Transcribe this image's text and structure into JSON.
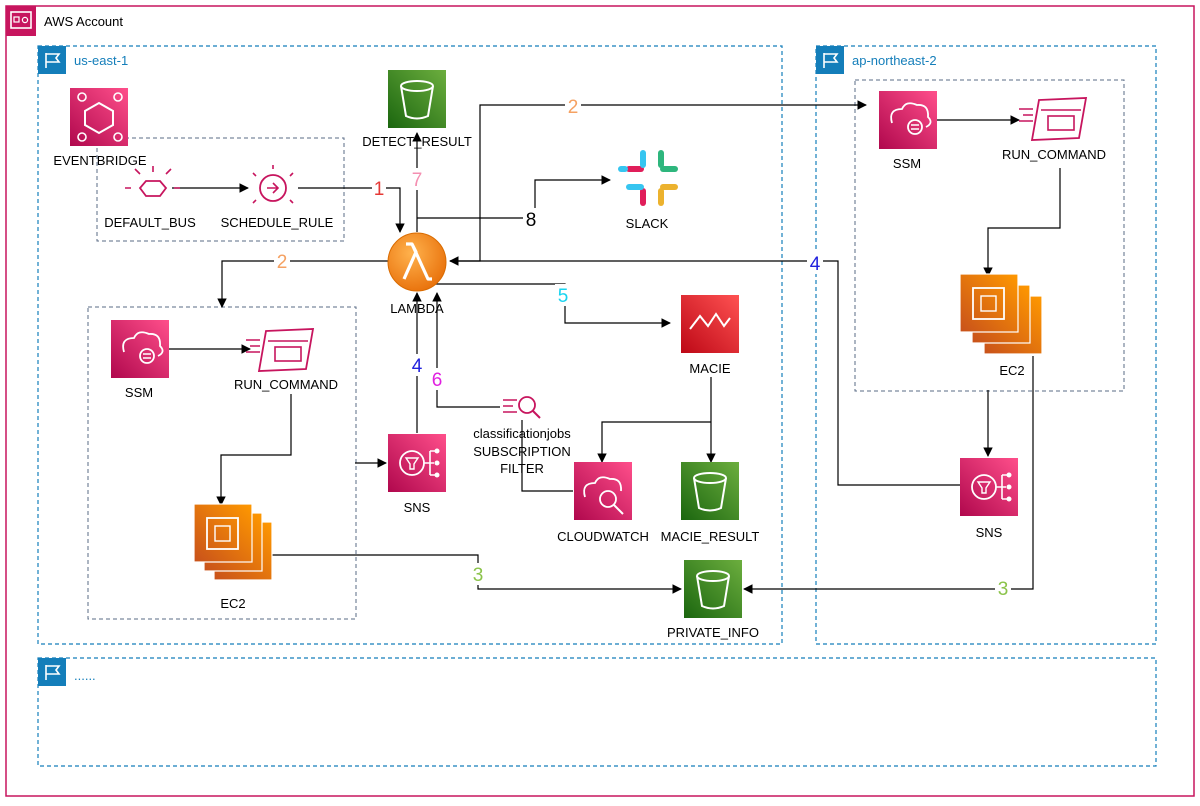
{
  "account": {
    "title": "AWS Account"
  },
  "regions": {
    "us_east": "us-east-1",
    "ap_northeast": "ap-northeast-2",
    "other": "......"
  },
  "nodes": {
    "eventbridge": "EVENTBRIDGE",
    "default_bus": "DEFAULT_BUS",
    "schedule_rule": "SCHEDULE_RULE",
    "detect_result": "DETECT_RESULT",
    "slack": "SLACK",
    "lambda": "LAMBDA",
    "macie": "MACIE",
    "ssm_east": "SSM",
    "run_command_east": "RUN_COMMAND",
    "ec2_east": "EC2",
    "sns_east": "SNS",
    "classificationjobs": "classificationjobs",
    "subscription": "SUBSCRIPTION",
    "filter": "FILTER",
    "cloudwatch": "CLOUDWATCH",
    "macie_result": "MACIE_RESULT",
    "private_info": "PRIVATE_INFO",
    "ssm_ap": "SSM",
    "run_command_ap": "RUN_COMMAND",
    "ec2_ap": "EC2",
    "sns_ap": "SNS"
  },
  "steps": {
    "s1": "1",
    "s2a": "2",
    "s2b": "2",
    "s3a": "3",
    "s3b": "3",
    "s4a": "4",
    "s4b": "4",
    "s5": "5",
    "s6": "6",
    "s7": "7",
    "s8": "8"
  },
  "colors": {
    "account_border": "#c7155e",
    "region_border": "#147eba",
    "pink_service": "#e7157b",
    "orange_compute": "#f58534",
    "green_storage": "#3f8624",
    "red_security": "#dd344c",
    "step1": "#e53935",
    "step2": "#f5a162",
    "step3": "#8bc34a",
    "step4": "#2222dd",
    "step5": "#18d4f0",
    "step6": "#e020e0",
    "step7": "#f48fb1",
    "step8": "#000000"
  },
  "icons": {
    "account": "aws-account-icon",
    "region": "region-flag-icon",
    "eventbridge": "eventbridge-icon",
    "s3": "s3-bucket-icon",
    "slack": "slack-icon",
    "lambda": "lambda-icon",
    "macie": "macie-icon",
    "ssm": "ssm-icon",
    "run_command": "run-command-icon",
    "ec2": "ec2-instances-icon",
    "sns": "sns-icon",
    "cloudwatch": "cloudwatch-icon",
    "subscription_filter": "subscription-filter-icon"
  }
}
